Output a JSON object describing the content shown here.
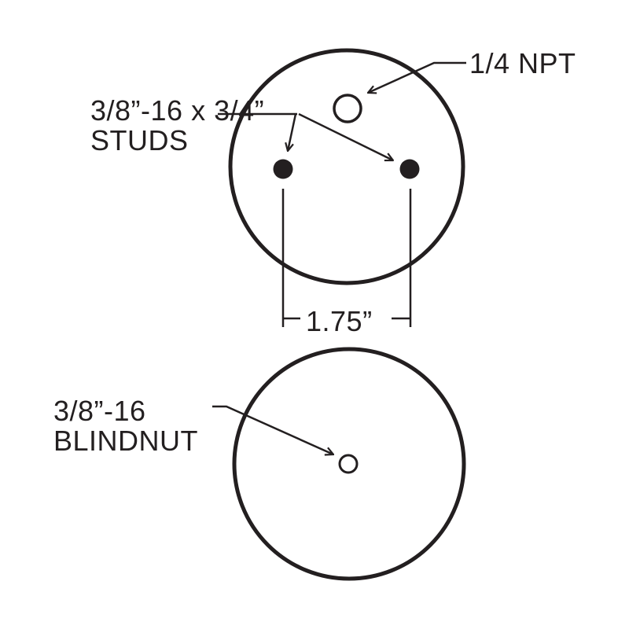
{
  "diagram": {
    "type": "technical-drawing",
    "subject": "air spring mounting plates (top and bottom views)",
    "colors": {
      "stroke": "#231f20",
      "background": "#ffffff"
    },
    "top_plate": {
      "port_label": "1/4 NPT",
      "studs_label_line1": "3/8”-16 x 3/4”",
      "studs_label_line2": "STUDS",
      "stud_spacing_label": "1.75”"
    },
    "bottom_plate": {
      "blindnut_label_line1": "3/8”-16",
      "blindnut_label_line2": "BLINDNUT"
    }
  }
}
